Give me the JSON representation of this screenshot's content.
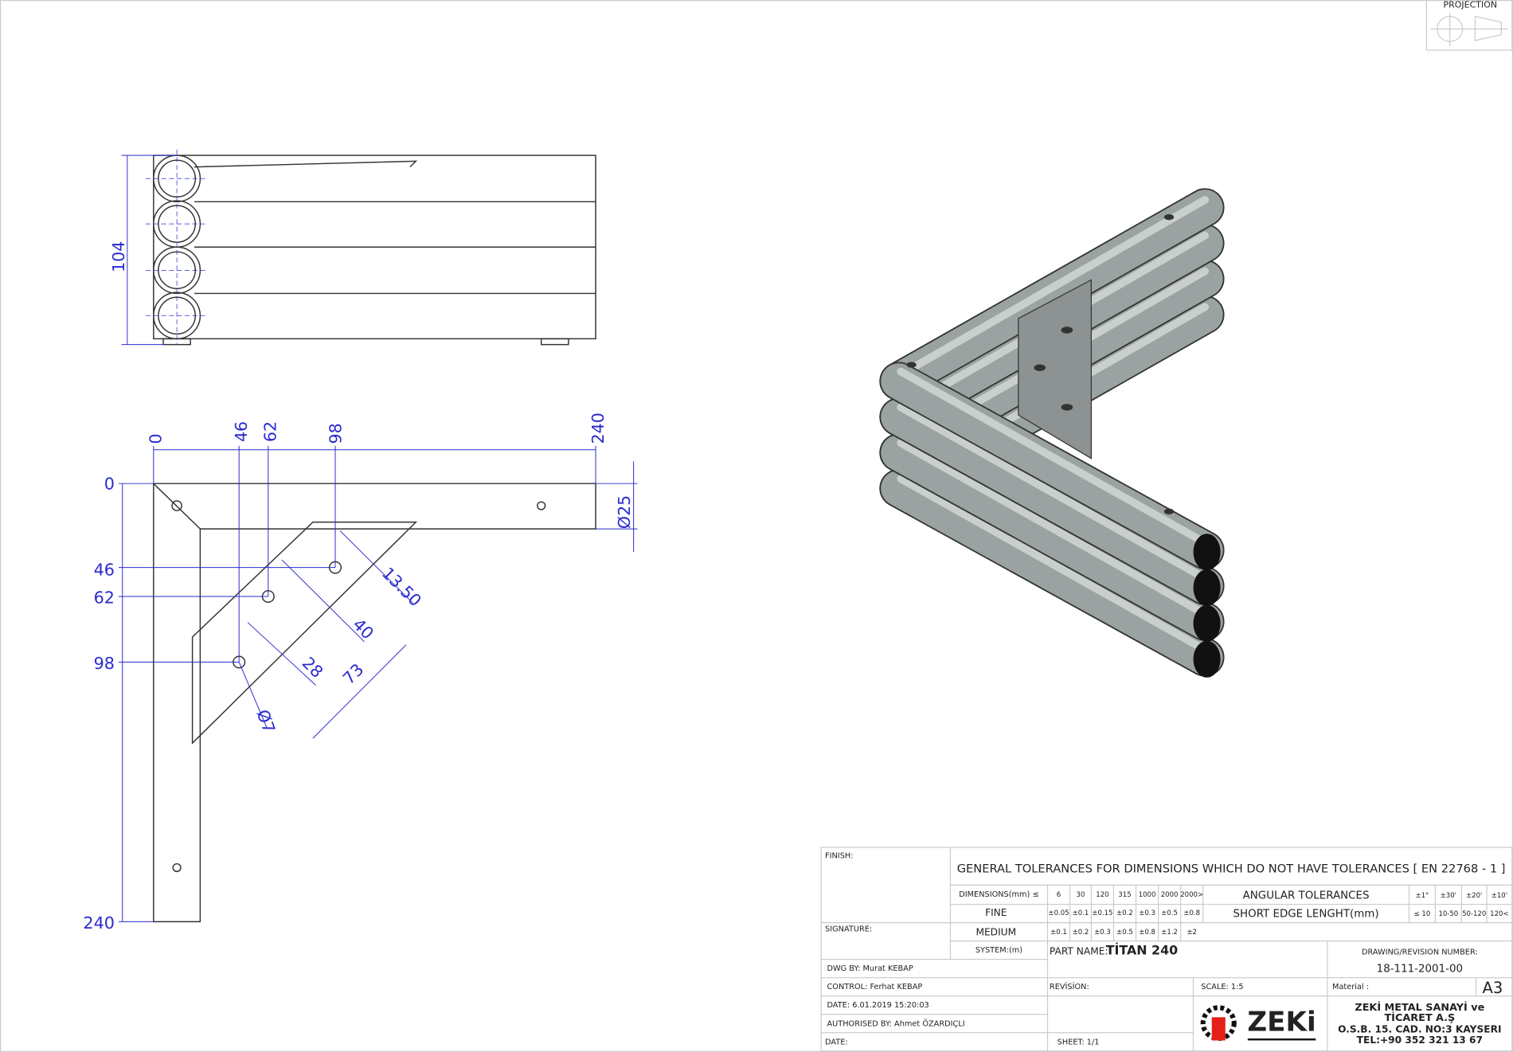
{
  "projection_label": "PROJECTION",
  "top_view": {
    "height_dim": "104"
  },
  "plan_view": {
    "x_dims": [
      "0",
      "46",
      "62",
      "98",
      "240"
    ],
    "y_dims": [
      "0",
      "46",
      "62",
      "98",
      "240"
    ],
    "diameter_tube": "Ø25",
    "diameter_hole": "Ø7",
    "hole_spacing": "13.50",
    "plate_dims": [
      "40",
      "28",
      "73"
    ]
  },
  "title_block": {
    "finish": "FINISH:",
    "signature": "SIGNATURE:",
    "general_tolerances": "GENERAL TOLERANCES FOR DIMENSIONS WHICH DO NOT HAVE TOLERANCES [ EN 22768 - 1 ]",
    "dimensions_label": "DIMENSIONS(mm) ≤",
    "dimensions": [
      "6",
      "30",
      "120",
      "315",
      "1000",
      "2000",
      "2000>"
    ],
    "fine_label": "FINE",
    "fine": [
      "±0.05",
      "±0.1",
      "±0.15",
      "±0.2",
      "±0.3",
      "±0.5",
      "±0.8"
    ],
    "medium_label": "MEDIUM",
    "medium": [
      "±0.1",
      "±0.2",
      "±0.3",
      "±0.5",
      "±0.8",
      "±1.2",
      "±2"
    ],
    "system_label": "SYSTEM:(m)",
    "angular_label": "ANGULAR  TOLERANCES",
    "angular": [
      "±1°",
      "±30'",
      "±20'",
      "±10'"
    ],
    "short_edge_label": "SHORT EDGE LENGHT(mm)",
    "short_edge": [
      "≤ 10",
      "10-50",
      "50-120",
      "120<"
    ],
    "part_name_label": "PART NAME:",
    "part_name": "TİTAN 240",
    "drawing_number_label": "DRAWING/REVISION NUMBER:",
    "drawing_number": "18-111-2001-00",
    "dwg_by": "DWG BY:   Murat KEBAP",
    "control": "CONTROL:  Ferhat KEBAP",
    "date": "DATE: 6.01.2019 15:20:03",
    "authorised_by": "AUTHORISED BY: Ahmet ÖZARDIÇLI",
    "date2": "DATE:",
    "revision": "REVİSİON:",
    "sheet": "SHEET: 1/1",
    "scale": "SCALE: 1:5",
    "material": "Material :",
    "paper_size": "A3",
    "logo_text": "ZEKi",
    "company": [
      "ZEKİ METAL SANAYİ ve",
      "TİCARET A.Ş",
      "O.S.B. 15. CAD. NO:3   KAYSERI",
      "TEL:+90 352 321 13 67"
    ]
  }
}
